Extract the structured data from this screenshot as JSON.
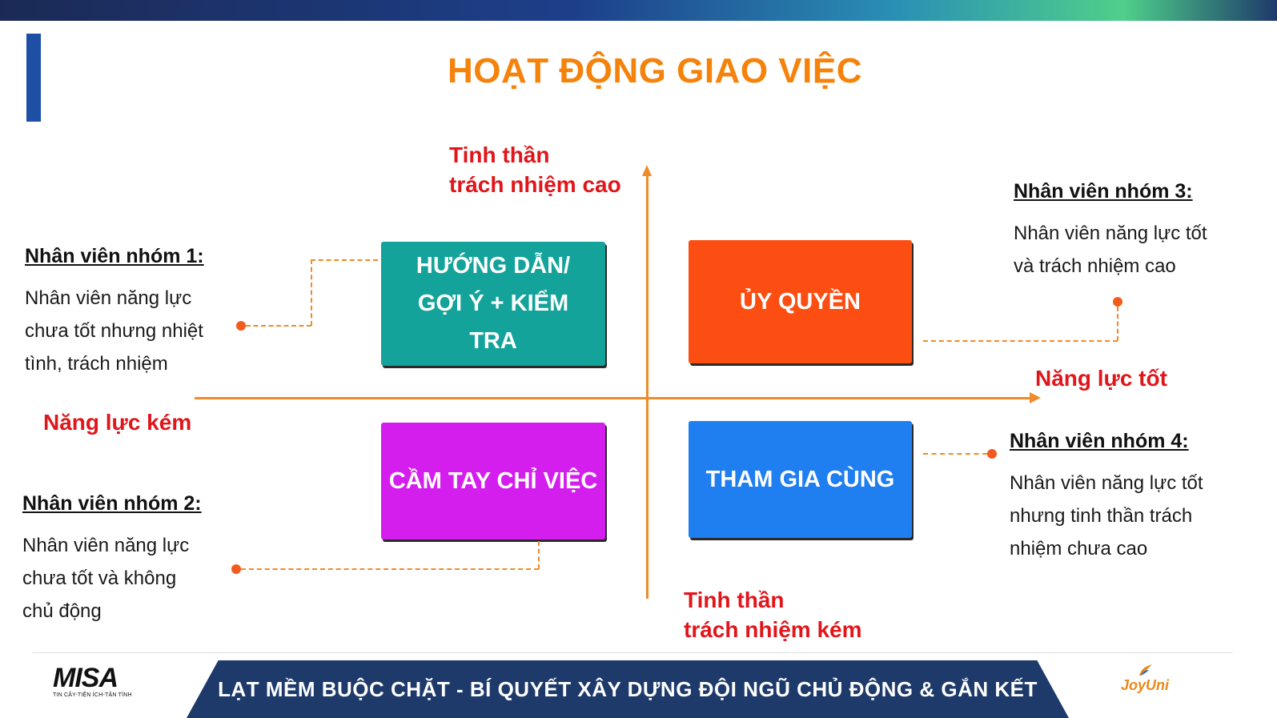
{
  "title": "HOẠT ĐỘNG GIAO VIỆC",
  "axes": {
    "top": [
      "Tinh thần",
      "trách nhiệm cao"
    ],
    "bottom": [
      "Tinh thần",
      "trách nhiệm kém"
    ],
    "left": "Năng lực kém",
    "right": "Năng lực tốt"
  },
  "quadrants": {
    "top_left": {
      "lines": [
        "HƯỚNG DẪN/",
        "GỢI Ý + KIỂM",
        "TRA"
      ],
      "color": "#14a39a"
    },
    "top_right": {
      "label": "ỦY QUYỀN",
      "color": "#fc4e12"
    },
    "bottom_left": {
      "label": "CẦM TAY CHỈ VIỆC",
      "color": "#d41eee"
    },
    "bottom_right": {
      "label": "THAM GIA CÙNG",
      "color": "#1f7ef0"
    }
  },
  "groups": {
    "g1": {
      "title": "Nhân viên nhóm 1:",
      "lines": [
        "Nhân viên năng lực",
        "chưa tốt nhưng nhiệt",
        "tình, trách nhiệm"
      ]
    },
    "g2": {
      "title": "Nhân viên nhóm 2:",
      "lines": [
        "Nhân viên năng lực",
        "chưa tốt và không",
        "chủ động"
      ]
    },
    "g3": {
      "title": "Nhân viên nhóm 3:",
      "lines": [
        "Nhân viên năng lực tốt",
        "và trách nhiệm cao"
      ]
    },
    "g4": {
      "title": "Nhân viên nhóm 4:",
      "lines": [
        "Nhân viên năng lực tốt",
        "nhưng tinh thần trách",
        "nhiệm chưa cao"
      ]
    }
  },
  "footer": {
    "banner": "LẠT MỀM BUỘC CHẶT - BÍ QUYẾT XÂY DỰNG ĐỘI NGŨ CHỦ ĐỘNG & GẮN KẾT",
    "misa_logo": "MISA",
    "misa_tagline": "TIN CẬY-TIỆN ÍCH-TẬN TÌNH",
    "joyuni_logo": "JoyUni"
  },
  "colors": {
    "accent": "#f5820a",
    "axis": "#f08a2a",
    "axis_label": "#e0161b",
    "banner": "#1d3a6b"
  }
}
